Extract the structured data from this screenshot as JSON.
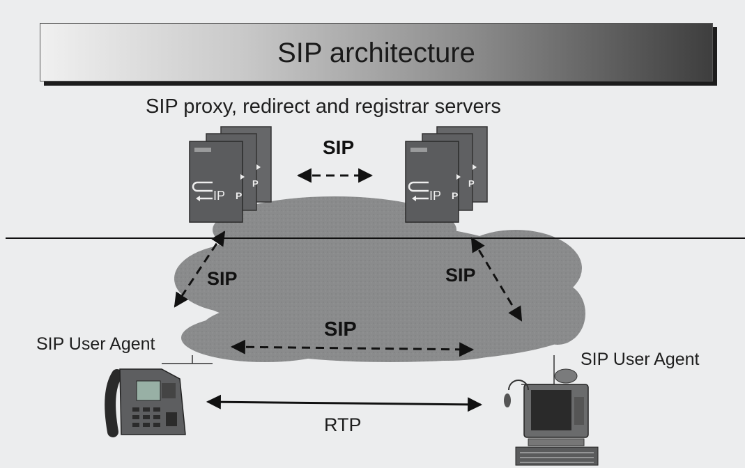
{
  "title": "SIP architecture",
  "servers_caption": "SIP proxy, redirect and registrar servers",
  "links": {
    "server_to_server": "SIP",
    "left_vertical": "SIP",
    "right_vertical": "SIP",
    "agent_to_agent": "SIP",
    "media": "RTP"
  },
  "agents": {
    "left": "SIP User Agent",
    "right": "SIP User Agent"
  },
  "server_badge": "IP",
  "colors": {
    "background": "#ecedee",
    "cloud": "#8a8b8c",
    "server": "#5b5c5e",
    "arrow": "#111111"
  }
}
